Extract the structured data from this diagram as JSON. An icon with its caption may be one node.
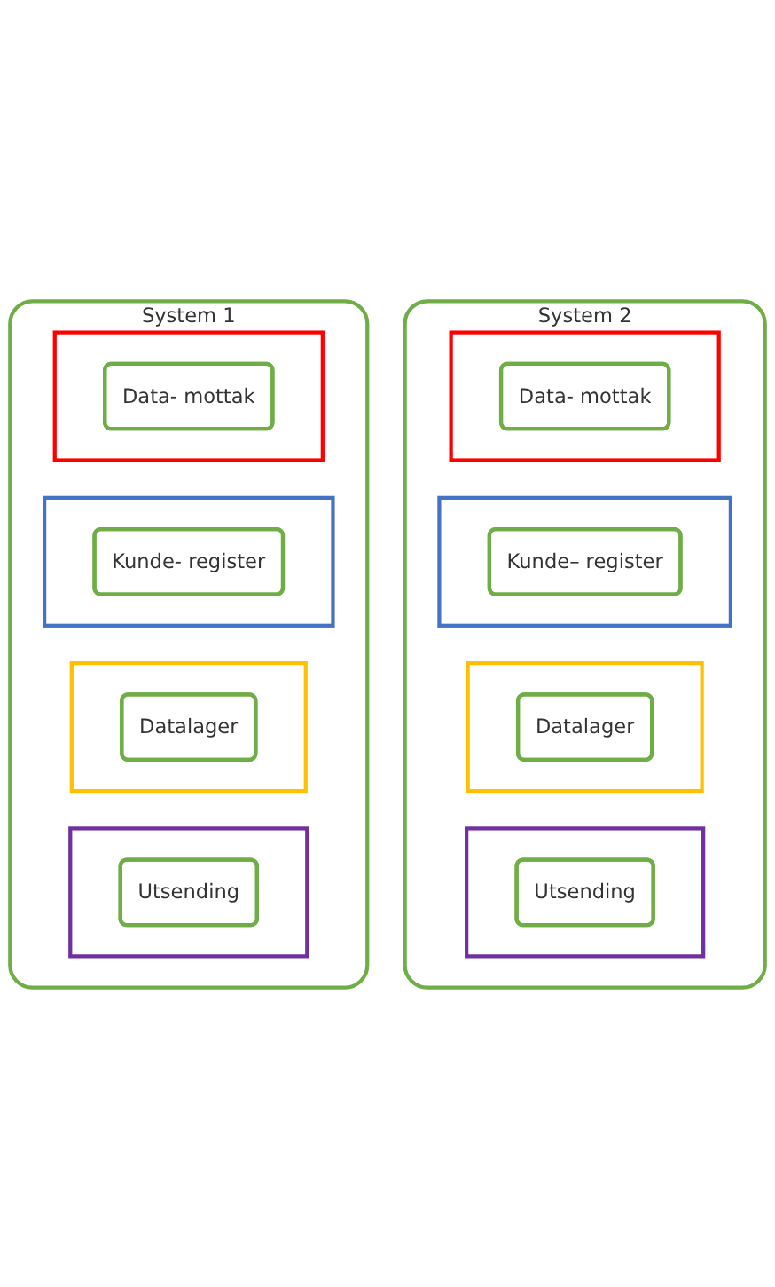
{
  "diagram": {
    "nodes": [
      {
        "text": [
          "System 1"
        ]
      },
      {
        "text": [],
        "shape": "box",
        "in": 0
      },
      {
        "text": [
          "Data- mottak"
        ],
        "in": 1
      },
      {
        "text": [],
        "shape": "box",
        "in": 0
      },
      {
        "text": [
          "Kunde- register"
        ],
        "in": 3
      },
      {
        "text": [],
        "shape": "box",
        "in": 0
      },
      {
        "text": [
          "Datalager"
        ],
        "in": 5
      },
      {
        "text": [],
        "shape": "box",
        "in": 0
      },
      {
        "text": [
          "Utsending"
        ],
        "in": 7
      },
      {
        "text": [
          "System 2"
        ]
      },
      {
        "text": [],
        "shape": "box",
        "in": 9
      },
      {
        "text": [
          "Data- mottak"
        ],
        "in": 10
      },
      {
        "text": [],
        "shape": "box",
        "in": 9
      },
      {
        "text": [
          "Kunde– register"
        ],
        "in": 12
      },
      {
        "text": [],
        "shape": "box",
        "in": 9
      },
      {
        "text": [
          "Datalager"
        ],
        "in": 14
      },
      {
        "text": [],
        "shape": "box",
        "in": 9
      },
      {
        "text": [
          "Utsending"
        ],
        "in": 16
      }
    ],
    "edges": []
  }
}
